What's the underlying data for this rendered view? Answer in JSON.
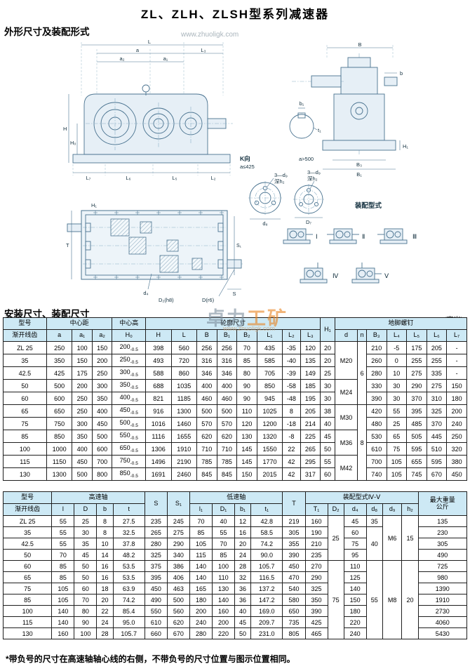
{
  "title": "ZL、ZLH、ZLSH型系列减速器",
  "sections": {
    "outline": "外形尺寸及装配形式",
    "install": "安装尺寸、装配尺寸",
    "unit": "(毫米)"
  },
  "watermark": {
    "site": "www.zhuoligk.com",
    "brand_left": "卓力",
    "brand_right": "工矿"
  },
  "drawings": {
    "front": {
      "L": "L",
      "a": "a",
      "a2": "a₂",
      "a1": "a₁",
      "L3": "L₃",
      "H": "H",
      "H0": "H₀",
      "L7": "L₇",
      "L6": "L₆",
      "L5": "L₅",
      "L2": "L₂",
      "L4": "L₄"
    },
    "side": {
      "B": "B",
      "b": "b",
      "b1": "b₁",
      "t1": "t₁",
      "B3": "B₃",
      "B1": "B₁",
      "H1": "H₁"
    },
    "kview": {
      "label": "K向",
      "cond_left": "a≤425",
      "cond_right": "a>500",
      "holes": "3—d₉",
      "depth": "深h₂",
      "d8": "d₈",
      "D7": "D₇"
    },
    "assembly": {
      "label": "装配型式",
      "types": [
        "Ⅰ",
        "Ⅱ",
        "Ⅲ",
        "Ⅳ",
        "Ⅴ"
      ]
    },
    "section": {
      "T": "T",
      "H1": "H₁",
      "S1": "S₁",
      "S": "S",
      "d4": "d₄",
      "D2": "D₂(h8)",
      "Dr6": "D(r6)"
    }
  },
  "table1": {
    "header": [
      [
        {
          "t": "型号"
        },
        {
          "t": "中心距",
          "cs": 3
        },
        {
          "t": "中心高"
        },
        {
          "t": "轮廓尺寸",
          "cs": 8
        },
        {
          "t": "H₁",
          "rs": 2
        },
        {
          "t": "地脚螺钉",
          "cs": 7
        }
      ],
      [
        {
          "t": "渐开线齿"
        },
        {
          "t": "a"
        },
        {
          "t": "a₁"
        },
        {
          "t": "a₂"
        },
        {
          "t": "H₀"
        },
        {
          "t": "H"
        },
        {
          "t": "L"
        },
        {
          "t": "B"
        },
        {
          "t": "B₁"
        },
        {
          "t": "B₂"
        },
        {
          "t": "L₁"
        },
        {
          "t": "L₂"
        },
        {
          "t": "L₃"
        },
        {
          "t": "d"
        },
        {
          "t": "n"
        },
        {
          "t": "B₃"
        },
        {
          "t": "L₄"
        },
        {
          "t": "L₅"
        },
        {
          "t": "L₆"
        },
        {
          "t": "L₇"
        }
      ]
    ],
    "rows": [
      [
        "ZL 25",
        "250",
        "100",
        "150",
        {
          "v": "200",
          "sub": "-0.5"
        },
        "398",
        "560",
        "256",
        "256",
        "70",
        "435",
        "-35",
        "120",
        "20",
        {
          "v": "M20",
          "rs": 3
        },
        {
          "v": "6",
          "rs": 5
        },
        "210",
        "-5",
        "175",
        "205",
        "-"
      ],
      [
        "35",
        "350",
        "150",
        "200",
        {
          "v": "250",
          "sub": "-0.5"
        },
        "493",
        "720",
        "316",
        "316",
        "85",
        "585",
        "-40",
        "135",
        "20",
        "260",
        "0",
        "255",
        "255",
        "-"
      ],
      [
        "42.5",
        "425",
        "175",
        "250",
        {
          "v": "300",
          "sub": "-0.5"
        },
        "588",
        "860",
        "346",
        "346",
        "80",
        "705",
        "-39",
        "149",
        "25",
        "280",
        "10",
        "275",
        "335",
        "-"
      ],
      [
        "50",
        "500",
        "200",
        "300",
        {
          "v": "350",
          "sub": "-0.5"
        },
        "688",
        "1035",
        "400",
        "400",
        "90",
        "850",
        "-58",
        "185",
        "30",
        {
          "v": "M24",
          "rs": 2
        },
        "330",
        "30",
        "290",
        "275",
        "150"
      ],
      [
        "60",
        "600",
        "250",
        "350",
        {
          "v": "400",
          "sub": "-0.5"
        },
        "821",
        "1185",
        "460",
        "460",
        "90",
        "945",
        "-48",
        "195",
        "30",
        "390",
        "30",
        "370",
        "310",
        "180"
      ],
      [
        "65",
        "650",
        "250",
        "400",
        {
          "v": "450",
          "sub": "-0.5"
        },
        "916",
        "1300",
        "500",
        "500",
        "110",
        "1025",
        "8",
        "205",
        "38",
        {
          "v": "M30",
          "rs": 2
        },
        {
          "v": "8",
          "rs": 6
        },
        "420",
        "55",
        "395",
        "325",
        "200"
      ],
      [
        "75",
        "750",
        "300",
        "450",
        {
          "v": "500",
          "sub": "-0.5"
        },
        "1016",
        "1460",
        "570",
        "570",
        "120",
        "1200",
        "-18",
        "214",
        "40",
        "480",
        "25",
        "485",
        "370",
        "240"
      ],
      [
        "85",
        "850",
        "350",
        "500",
        {
          "v": "550",
          "sub": "-0.5"
        },
        "1116",
        "1655",
        "620",
        "620",
        "130",
        "1320",
        "-8",
        "225",
        "45",
        {
          "v": "M36",
          "rs": 2
        },
        "530",
        "65",
        "505",
        "445",
        "250"
      ],
      [
        "100",
        "1000",
        "400",
        "600",
        {
          "v": "650",
          "sub": "-0.5"
        },
        "1306",
        "1910",
        "710",
        "710",
        "145",
        "1550",
        "22",
        "265",
        "50",
        "610",
        "75",
        "595",
        "510",
        "320"
      ],
      [
        "115",
        "1150",
        "450",
        "700",
        {
          "v": "750",
          "sub": "-0.5"
        },
        "1496",
        "2190",
        "785",
        "785",
        "145",
        "1770",
        "42",
        "295",
        "55",
        {
          "v": "M42",
          "rs": 2
        },
        "700",
        "105",
        "655",
        "595",
        "380"
      ],
      [
        "130",
        "1300",
        "500",
        "800",
        {
          "v": "850",
          "sub": "-0.5"
        },
        "1691",
        "2460",
        "845",
        "845",
        "150",
        "2015",
        "42",
        "317",
        "60",
        "740",
        "105",
        "745",
        "670",
        "450"
      ]
    ]
  },
  "table2": {
    "header": [
      [
        {
          "t": "型号"
        },
        {
          "t": "高速轴",
          "cs": 4
        },
        {
          "t": "S",
          "rs": 2
        },
        {
          "t": "S₁",
          "rs": 2
        },
        {
          "t": "低速轴",
          "cs": 4
        },
        {
          "t": "T",
          "rs": 2
        },
        {
          "t": "装配型式Ⅳ-Ⅴ",
          "cs": 6
        },
        {
          "t": "最大重量\n公斤",
          "rs": 2
        }
      ],
      [
        {
          "t": "渐开线齿"
        },
        {
          "t": "l"
        },
        {
          "t": "D"
        },
        {
          "t": "b"
        },
        {
          "t": "t"
        },
        {
          "t": "l₁"
        },
        {
          "t": "D₁"
        },
        {
          "t": "b₁"
        },
        {
          "t": "t₁"
        },
        {
          "t": "T₁"
        },
        {
          "t": "D₂"
        },
        {
          "t": "d₄"
        },
        {
          "t": "d₈"
        },
        {
          "t": "d₉"
        },
        {
          "t": "h₂"
        }
      ]
    ],
    "rows": [
      [
        "ZL 25",
        "55",
        "25",
        "8",
        "27.5",
        "235",
        "245",
        "70",
        "40",
        "12",
        "42.8",
        "219",
        "160",
        {
          "v": "25",
          "rs": 4
        },
        "45",
        "35",
        {
          "v": "M6",
          "rs": 4
        },
        {
          "v": "15",
          "rs": 4
        },
        "135"
      ],
      [
        "35",
        "55",
        "30",
        "8",
        "32.5",
        "265",
        "275",
        "85",
        "55",
        "16",
        "58.5",
        "305",
        "190",
        "60",
        {
          "v": "40",
          "rs": 3
        },
        "230"
      ],
      [
        "42.5",
        "55",
        "35",
        "10",
        "37.8",
        "280",
        "290",
        "105",
        "70",
        "20",
        "74.2",
        "355",
        "210",
        "75",
        "305"
      ],
      [
        "50",
        "70",
        "45",
        "14",
        "48.2",
        "325",
        "340",
        "115",
        "85",
        "24",
        "90.0",
        "390",
        "235",
        "95",
        "490"
      ],
      [
        "60",
        "85",
        "50",
        "16",
        "53.5",
        "375",
        "386",
        "140",
        "100",
        "28",
        "105.7",
        "450",
        "270",
        {
          "v": "75",
          "rs": 7
        },
        "110",
        {
          "v": "55",
          "rs": 7
        },
        {
          "v": "M8",
          "rs": 7
        },
        {
          "v": "20",
          "rs": 7
        },
        "725"
      ],
      [
        "65",
        "85",
        "50",
        "16",
        "53.5",
        "395",
        "406",
        "140",
        "110",
        "32",
        "116.5",
        "470",
        "290",
        "125",
        "980"
      ],
      [
        "75",
        "105",
        "60",
        "18",
        "63.9",
        "450",
        "463",
        "165",
        "130",
        "36",
        "137.2",
        "540",
        "325",
        "140",
        "1390"
      ],
      [
        "85",
        "105",
        "70",
        "20",
        "74.2",
        "490",
        "500",
        "180",
        "140",
        "36",
        "147.2",
        "580",
        "350",
        "150",
        "1910"
      ],
      [
        "100",
        "140",
        "80",
        "22",
        "85.4",
        "550",
        "560",
        "200",
        "160",
        "40",
        "169.0",
        "650",
        "390",
        "180",
        "2730"
      ],
      [
        "115",
        "140",
        "90",
        "24",
        "95.0",
        "610",
        "620",
        "240",
        "200",
        "45",
        "209.7",
        "735",
        "425",
        "220",
        "4060"
      ],
      [
        "130",
        "160",
        "100",
        "28",
        "105.7",
        "660",
        "670",
        "280",
        "220",
        "50",
        "231.0",
        "805",
        "465",
        "240",
        "5430"
      ]
    ]
  },
  "footnote": "*带负号的尺寸在高速轴轴心线的右侧，不带负号的尺寸位置与图示位置相同。"
}
